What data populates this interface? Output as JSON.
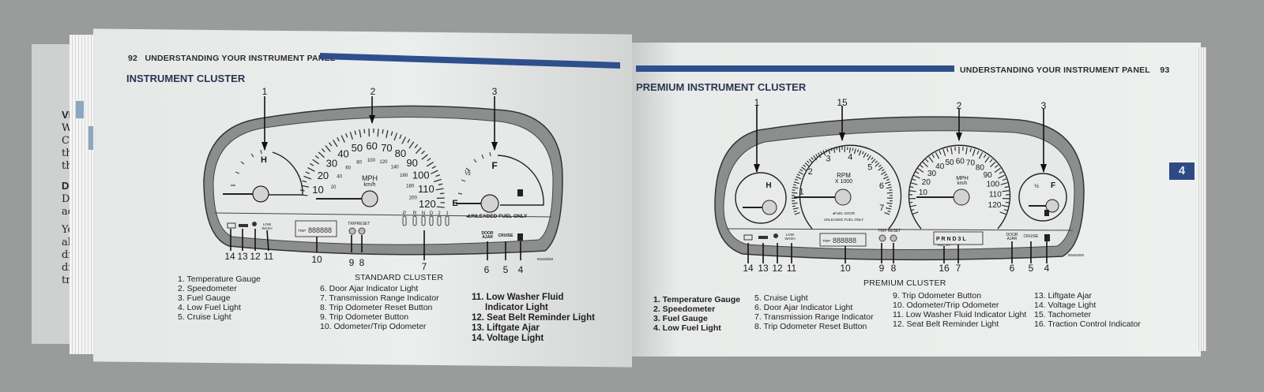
{
  "previous_page": {
    "heading_1": "VE",
    "lines_1": [
      "Wi",
      "Ch",
      "the",
      "the"
    ],
    "heading_2": "DI",
    "lines_2": [
      "Dr",
      "ac"
    ],
    "lines_3": [
      "Yo",
      "al",
      "dr",
      "dr",
      "tr"
    ]
  },
  "left_page": {
    "page_number": "92",
    "running_header": "UNDERSTANDING YOUR INSTRUMENT PANEL",
    "title": "INSTRUMENT CLUSTER",
    "caption": "STANDARD CLUSTER",
    "figure_code": "80a53b58",
    "gauges": {
      "temp_hot": "H",
      "speed_labels": [
        "10",
        "20",
        "30",
        "40",
        "50",
        "60",
        "70",
        "80",
        "90",
        "100",
        "110",
        "120"
      ],
      "kmh_labels": [
        "20",
        "40",
        "60",
        "80",
        "100",
        "120",
        "140",
        "160",
        "180",
        "200"
      ],
      "speed_unit": "MPH",
      "speed_unit_sub": "km/h",
      "fuel_full": "F",
      "fuel_half": "½",
      "fuel_empty": "E",
      "fuel_note": "UNLEADED FUEL ONLY",
      "prndl": [
        "P",
        "R",
        "N",
        "D",
        "2",
        "1"
      ],
      "trip_label": "TRIP",
      "odometer_digits": "888888",
      "trip_button": "TRIP",
      "reset_button": "RESET",
      "low_wash": [
        "LOW",
        "WASH"
      ],
      "door_ajar": [
        "DOOR",
        "AJAR"
      ],
      "cruise": "CRUISE"
    },
    "callouts_top": [
      "1",
      "2",
      "3"
    ],
    "callouts_bottom": [
      "14",
      "13",
      "12",
      "11",
      "10",
      "9",
      "8",
      "7",
      "6",
      "5",
      "4"
    ],
    "legend_col1": [
      "1. Temperature Gauge",
      "2. Speedometer",
      "3. Fuel Gauge",
      "4. Low Fuel Light",
      "5. Cruise Light"
    ],
    "legend_col2": [
      "6. Door Ajar Indicator Light",
      "7. Transmission Range Indicator",
      "8. Trip Odometer Reset Button",
      "9. Trip Odometer Button",
      "10. Odometer/Trip Odometer"
    ],
    "legend_col3": [
      "11. Low Washer Fluid",
      "Indicator Light",
      "12. Seat Belt Reminder Light",
      "13. Liftgate Ajar",
      "14. Voltage Light"
    ]
  },
  "right_page": {
    "page_number": "93",
    "running_header": "UNDERSTANDING YOUR INSTRUMENT PANEL",
    "title": "PREMIUM INSTRUMENT CLUSTER",
    "chapter_tab": "4",
    "caption": "PREMIUM CLUSTER",
    "figure_code": "80a62800",
    "gauges": {
      "temp_hot": "H",
      "rpm_labels": [
        "1",
        "2",
        "3",
        "4",
        "5",
        "6",
        "7"
      ],
      "rpm_unit": "RPM",
      "rpm_unit_sub": "X 1000",
      "fuel_door": "FUEL DOOR",
      "fuel_note": "UNLEADED FUEL ONLY",
      "speed_labels": [
        "10",
        "20",
        "30",
        "40",
        "50",
        "60",
        "70",
        "80",
        "90",
        "100",
        "110",
        "120"
      ],
      "speed_unit": "MPH",
      "speed_unit_sub": "km/h",
      "fuel_full": "F",
      "fuel_half": "½",
      "prndl": [
        "P",
        "R",
        "N",
        "D",
        "3",
        "L"
      ],
      "trac_off": "TRAC OFF",
      "trip_label": "TRIP",
      "odometer_digits": "888888",
      "trip_button": "TRIP",
      "reset_button": "RESET",
      "low_wash": [
        "LOW",
        "WASH"
      ],
      "door_ajar": [
        "DOOR",
        "AJAR"
      ],
      "cruise": "CRUISE"
    },
    "callouts_top": [
      "1",
      "15",
      "2",
      "3"
    ],
    "callouts_bottom": [
      "14",
      "13",
      "12",
      "11",
      "10",
      "9",
      "8",
      "16",
      "7",
      "6",
      "5",
      "4"
    ],
    "legend_col1": [
      "1. Temperature Gauge",
      "2. Speedometer",
      "3. Fuel Gauge",
      "4. Low Fuel Light"
    ],
    "legend_col2": [
      "5. Cruise Light",
      "6. Door Ajar Indicator Light",
      "7. Transmission Range Indicator",
      "8. Trip Odometer Reset Button"
    ],
    "legend_col3": [
      "9. Trip Odometer Button",
      "10. Odometer/Trip Odometer",
      "11. Low Washer Fluid Indicator Light",
      "12. Seat Belt Reminder Light"
    ],
    "legend_col4": [
      "13. Liftgate Ajar",
      "14. Voltage Light",
      "15. Tachometer",
      "16. Traction Control Indicator"
    ]
  },
  "colors": {
    "accent_blue": "#2e4f8c",
    "page": "#eceeed",
    "ink": "#1e1e1e",
    "bezel": "#8a8c8b"
  }
}
